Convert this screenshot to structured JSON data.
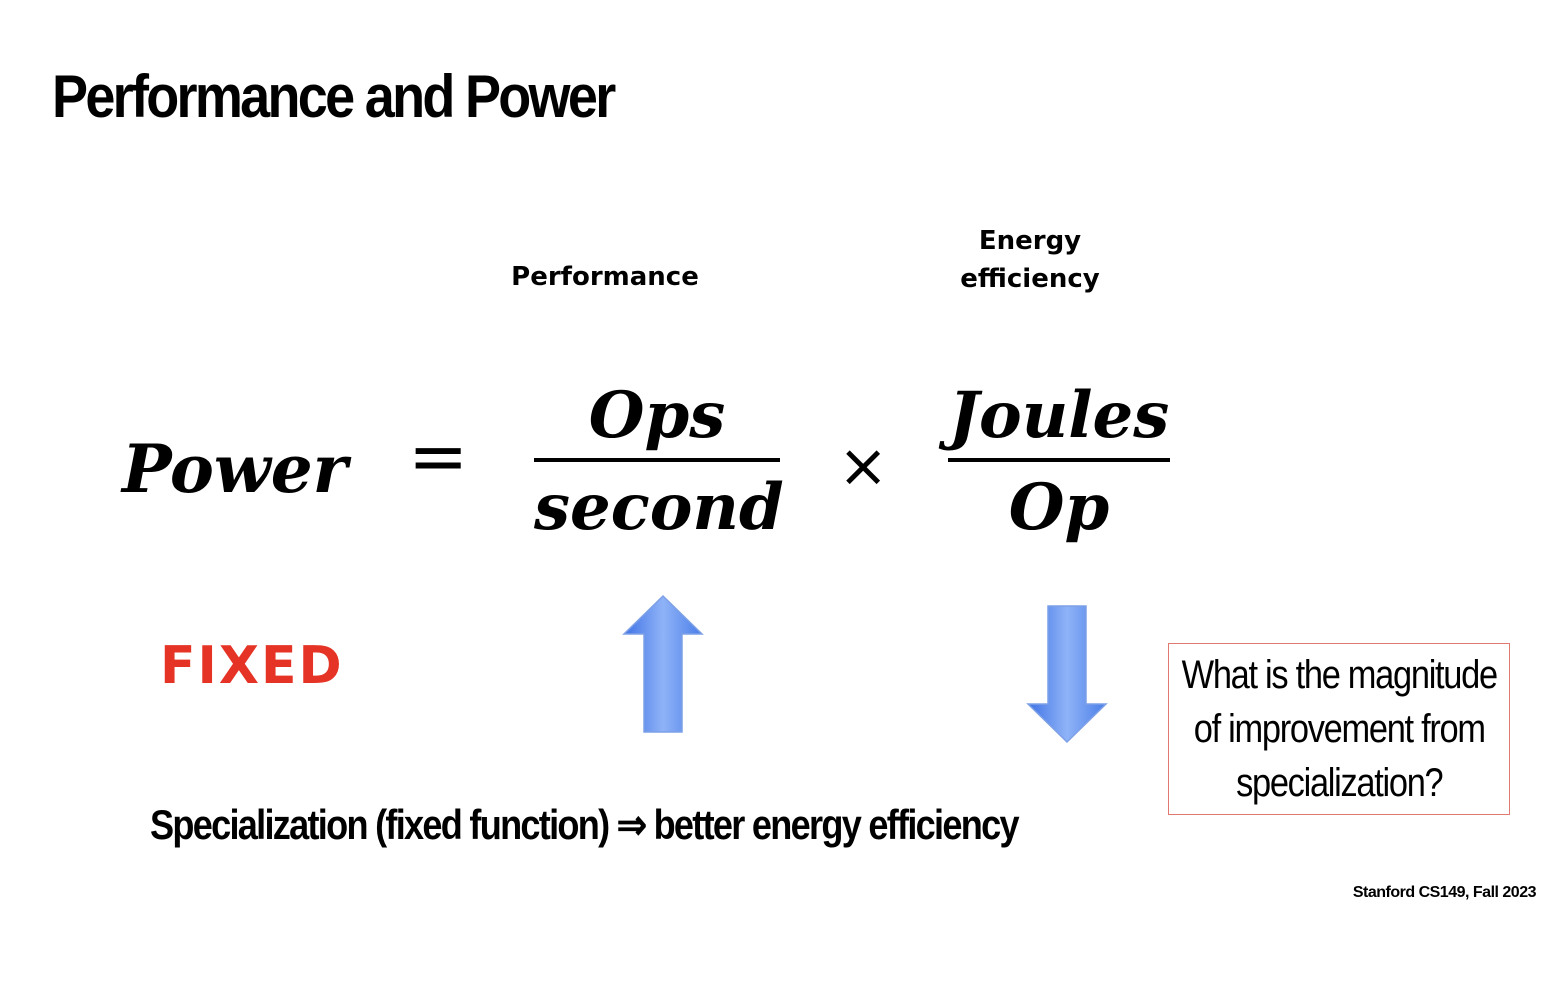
{
  "title": "Performance and Power",
  "labels": {
    "performance": "Performance",
    "energy_line1": "Energy",
    "energy_line2": "efficiency"
  },
  "equation": {
    "lhs": "Power",
    "equals": "=",
    "frac1_num": "Ops",
    "frac1_den": "second",
    "times": "×",
    "frac2_num": "Joules",
    "frac2_den": "Op"
  },
  "fixed_label": "FIXED",
  "arrows": {
    "performance": "up-arrow-icon",
    "energy": "down-arrow-icon",
    "color": "#5b8df0"
  },
  "question": {
    "line1": "What is the magnitude",
    "line2": "of improvement from",
    "line3": "specialization?",
    "border_color": "#e07a70"
  },
  "conclusion": "Specialization (fixed function) ⇒ better energy efficiency",
  "footer": "Stanford CS149, Fall 2023",
  "colors": {
    "fixed": "#e53325"
  }
}
